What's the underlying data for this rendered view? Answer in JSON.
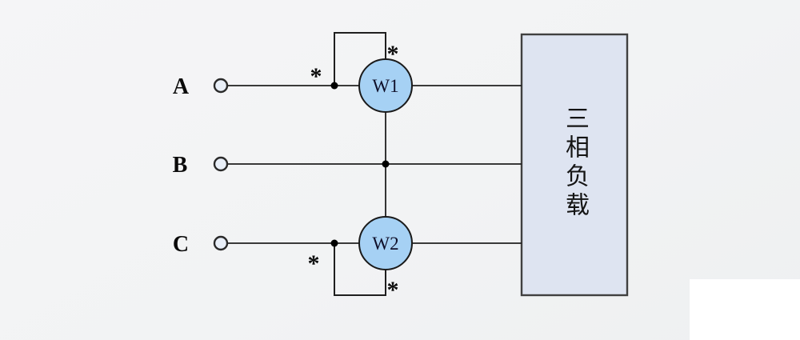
{
  "canvas": {
    "background": "#f2f3f4",
    "corner_panel_bg": "#ffffff"
  },
  "diagram": {
    "phases": {
      "a": "A",
      "b": "B",
      "c": "C"
    },
    "wattmeters": {
      "w1": "W1",
      "w2": "W2"
    },
    "load": {
      "label": "三相负载"
    },
    "polarity_mark": "*",
    "colors": {
      "wire": "#1f1f1f",
      "meter_fill": "#a6d1f4",
      "meter_stroke": "#1a1a1a",
      "load_fill": "#dee4f1",
      "load_stroke": "#404040",
      "terminal_fill": "#e9eff8",
      "junction_dot": "#000000",
      "label_text": "#0a0a0a"
    }
  }
}
